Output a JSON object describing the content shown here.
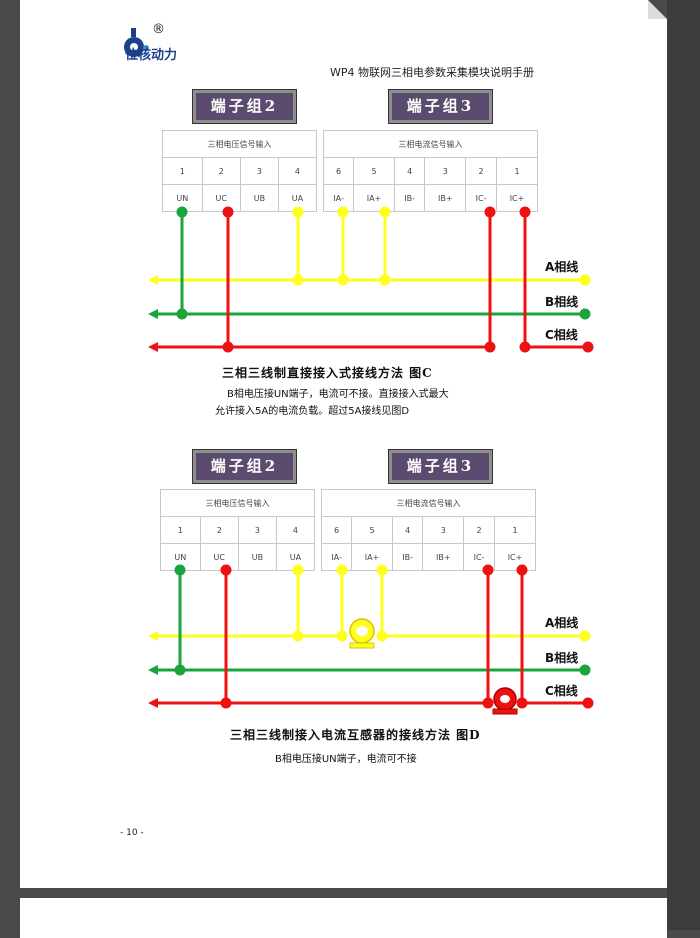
{
  "header": {
    "logo_text": "位核动力",
    "logo_mark": "®",
    "manual_title": "WP4 物联网三相电参数采集模块说明手册"
  },
  "diagram_c": {
    "terminal_group_left": "端子组2",
    "terminal_group_right": "端子组3",
    "voltage_title": "三相电压信号输入",
    "current_title": "三相电流信号输入",
    "voltage_numbers": [
      "1",
      "2",
      "3",
      "4"
    ],
    "voltage_labels": [
      "UN",
      "UC",
      "UB",
      "UA"
    ],
    "current_numbers": [
      "6",
      "5",
      "4",
      "3",
      "2",
      "1"
    ],
    "current_labels": [
      "IA-",
      "IA+",
      "IB-",
      "IB+",
      "IC-",
      "IC+"
    ],
    "phase_a": "A相线",
    "phase_b": "B相线",
    "phase_c": "C相线",
    "caption": "三相三线制直接接入式接线方法 图C",
    "note_line1": "B相电压接UN端子，电流可不接。直接接入式最大",
    "note_line2": "允许接入5A的电流负载。超过5A接线见图D"
  },
  "diagram_d": {
    "terminal_group_left": "端子组2",
    "terminal_group_right": "端子组3",
    "voltage_title": "三相电压信号输入",
    "current_title": "三相电流信号输入",
    "voltage_numbers": [
      "1",
      "2",
      "3",
      "4"
    ],
    "voltage_labels": [
      "UN",
      "UC",
      "UB",
      "UA"
    ],
    "current_numbers": [
      "6",
      "5",
      "4",
      "3",
      "2",
      "1"
    ],
    "current_labels": [
      "IA-",
      "IA+",
      "IB-",
      "IB+",
      "IC-",
      "IC+"
    ],
    "phase_a": "A相线",
    "phase_b": "B相线",
    "phase_c": "C相线",
    "caption": "三相三线制接入电流互感器的接线方法 图D",
    "note_line1": "B相电压接UN端子，电流可不接"
  },
  "footer": {
    "page_number": "- 10 -"
  },
  "colors": {
    "yellow_wire": "#ffff1e",
    "green_wire": "#1aa43a",
    "red_wire": "#ee1111",
    "badge_bg": "#5b4b6e"
  }
}
